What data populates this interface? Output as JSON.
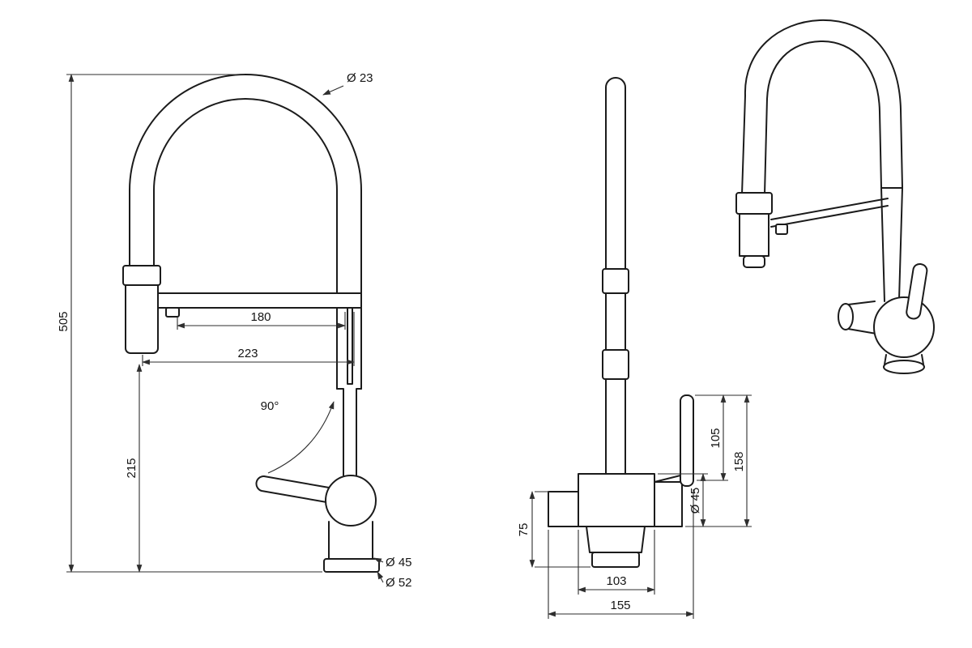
{
  "drawing": {
    "front_view": {
      "hose_diameter": "Ø 23",
      "spout_reach_inner": "180",
      "spout_reach_outer": "223",
      "total_height": "505",
      "lower_height": "215",
      "handle_angle": "90°",
      "body_diameter": "Ø 45",
      "base_diameter": "Ø 52"
    },
    "side_view": {
      "port_height": "75",
      "inner_width": "103",
      "total_width": "155",
      "body_diameter": "Ø 45",
      "handle_height": "105",
      "handle_total_height": "158"
    }
  },
  "colors": {
    "object_line": "#1b1b1b",
    "dimension_line": "#2e2e2e",
    "background": "#ffffff"
  }
}
